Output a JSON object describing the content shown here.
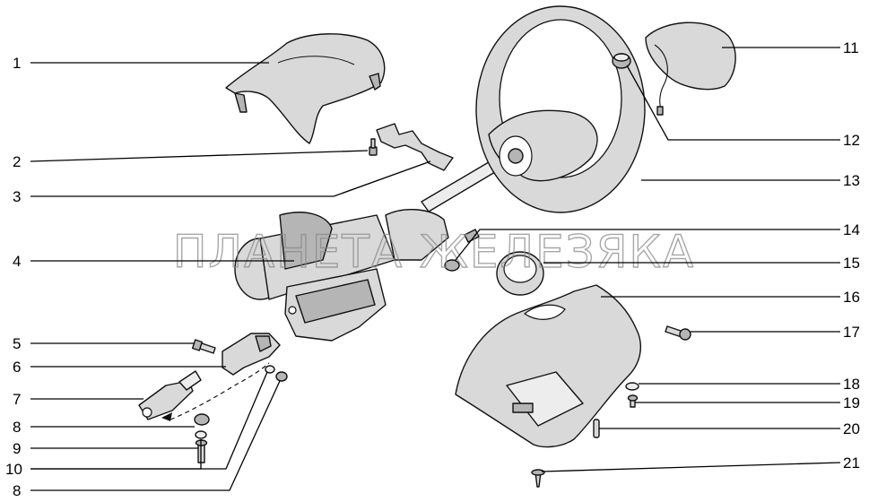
{
  "watermark": "ПЛАНЕТА ЖЕЛЕЗЯКА",
  "callouts": {
    "left": [
      "1",
      "2",
      "3",
      "4",
      "5",
      "6",
      "7",
      "8",
      "9",
      "10",
      "8"
    ],
    "right": [
      "11",
      "12",
      "13",
      "14",
      "15",
      "16",
      "17",
      "18",
      "19",
      "20",
      "21"
    ]
  }
}
